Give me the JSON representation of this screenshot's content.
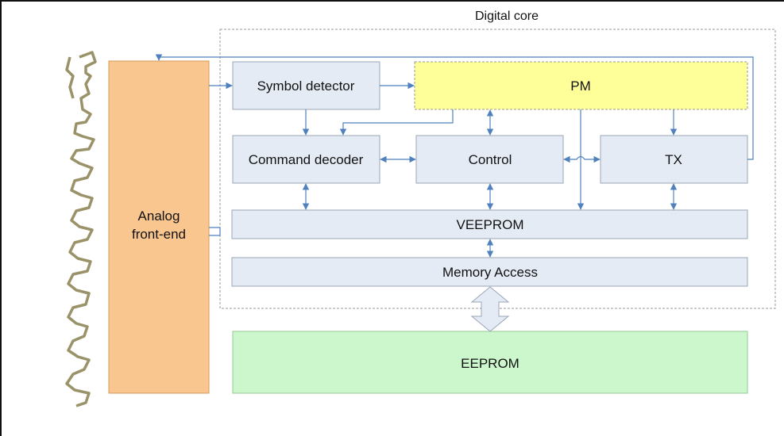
{
  "diagram": {
    "core_label": "Digital core",
    "blocks": {
      "analog_frontend_line1": "Analog",
      "analog_frontend_line2": "front-end",
      "symbol_detector": "Symbol detector",
      "pm": "PM",
      "command_decoder": "Command decoder",
      "control": "Control",
      "tx": "TX",
      "veeprom": "VEEPROM",
      "memory_access": "Memory Access",
      "eeprom": "EEPROM"
    },
    "colors": {
      "block_fill": "#e5ebf5",
      "block_border": "#9aa6b6",
      "pm_fill": "#ffff99",
      "analog_fill": "#fac690",
      "analog_border": "#d59a5a",
      "eeprom_fill": "#ccf7cc",
      "eeprom_border": "#93c993",
      "arrow": "#4f81bd",
      "antenna": "#9a9268"
    }
  }
}
